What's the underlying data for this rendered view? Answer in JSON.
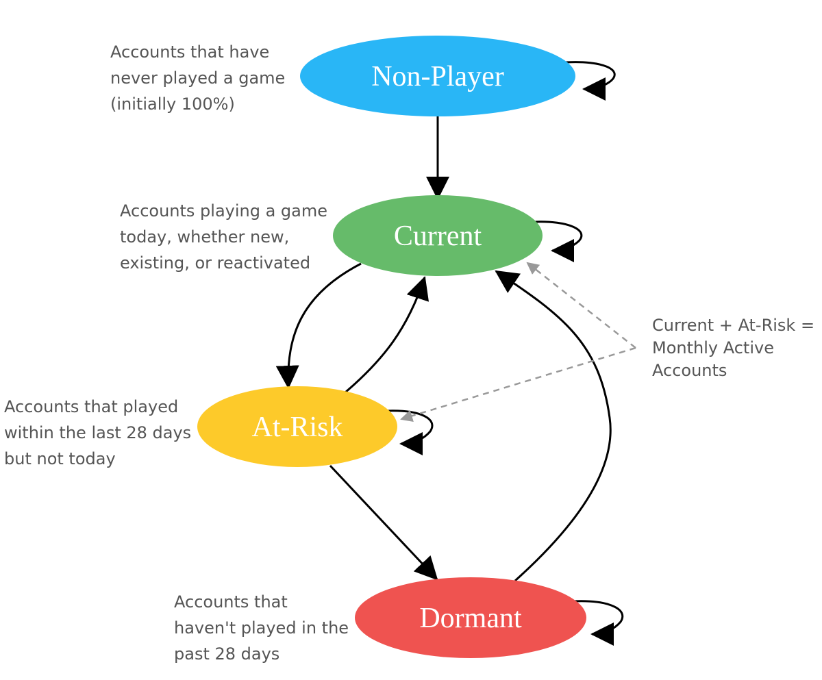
{
  "nodes": [
    {
      "id": "non-player",
      "label": "Non-Player",
      "color": "#29b6f6"
    },
    {
      "id": "current",
      "label": "Current",
      "color": "#66bb6a"
    },
    {
      "id": "at-risk",
      "label": "At-Risk",
      "color": "#fdca2a"
    },
    {
      "id": "dormant",
      "label": "Dormant",
      "color": "#ef5350"
    }
  ],
  "descriptions": {
    "non_player": [
      "Accounts that have",
      "never played a game",
      "(initially 100%)"
    ],
    "current": [
      "Accounts playing a game",
      "today, whether new,",
      "existing, or reactivated"
    ],
    "at_risk": [
      "Accounts that played",
      "within the last 28 days",
      "but not today"
    ],
    "dormant": [
      "Accounts that",
      "haven't played in the",
      "past 28 days"
    ]
  },
  "annotation": [
    "Current + At-Risk =",
    "Monthly Active",
    "Accounts"
  ],
  "edges": [
    {
      "from": "non-player",
      "to": "non-player"
    },
    {
      "from": "non-player",
      "to": "current"
    },
    {
      "from": "current",
      "to": "current"
    },
    {
      "from": "current",
      "to": "at-risk"
    },
    {
      "from": "at-risk",
      "to": "current"
    },
    {
      "from": "at-risk",
      "to": "at-risk"
    },
    {
      "from": "at-risk",
      "to": "dormant"
    },
    {
      "from": "dormant",
      "to": "current"
    },
    {
      "from": "dormant",
      "to": "dormant"
    }
  ],
  "colors": {
    "edge": "#000000",
    "annotation_line": "#999999",
    "text": "#555555"
  }
}
